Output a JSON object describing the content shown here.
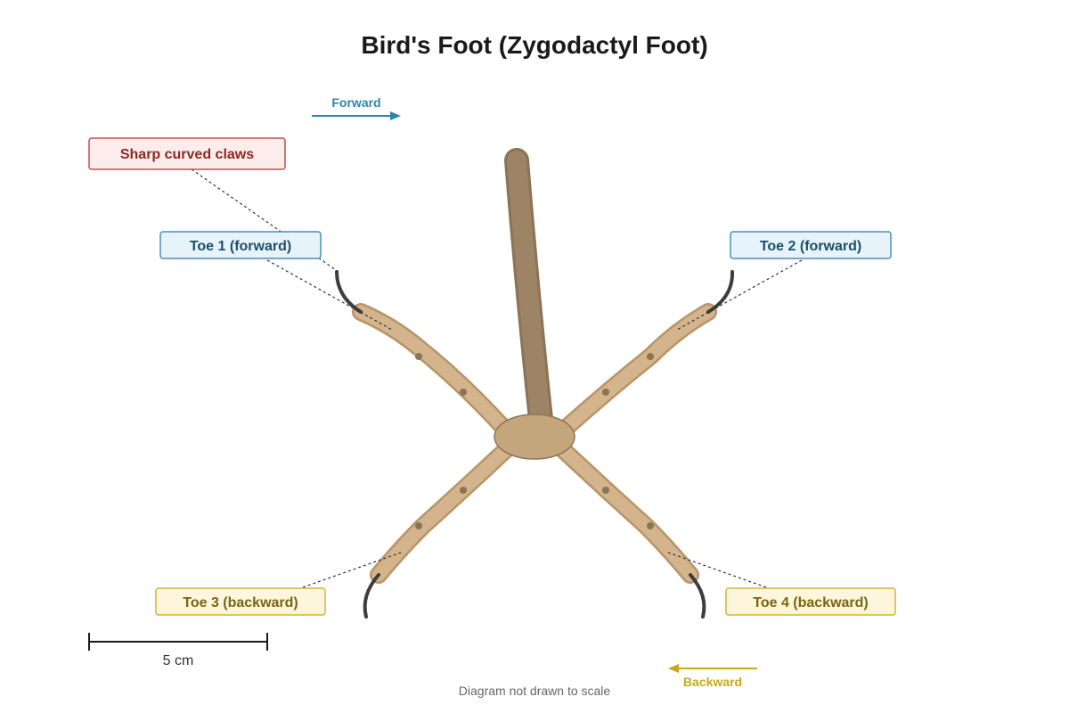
{
  "title": "Bird's Foot (Zygodactyl Foot)",
  "directions": {
    "forward": "Forward",
    "backward": "Backward"
  },
  "labels": {
    "claws": "Sharp curved claws",
    "toe1": "Toe 1 (forward)",
    "toe2": "Toe 2 (forward)",
    "toe3": "Toe 3 (backward)",
    "toe4": "Toe 4 (backward)"
  },
  "scale_bar": {
    "label": "5 cm"
  },
  "note": "Diagram not drawn to scale",
  "colors": {
    "leg": "#9e8466",
    "leg_outline": "#8b7355",
    "toe": "#d4b48c",
    "toe_outline": "#b89466",
    "palm": "#c4a67c",
    "claw": "#3d3d3d",
    "forward_accent": "#2e86a8",
    "backward_accent": "#c9a81a",
    "claw_label_fill": "#fdecec",
    "claw_label_border": "#c0504d",
    "claw_label_text": "#8b2a22",
    "forward_label_fill": "#e6f3fa",
    "forward_label_border": "#4a90b0",
    "forward_label_text": "#1f4e6b",
    "backward_label_fill": "#fdf6dc",
    "backward_label_border": "#d4b43a",
    "backward_label_text": "#7a6510"
  }
}
